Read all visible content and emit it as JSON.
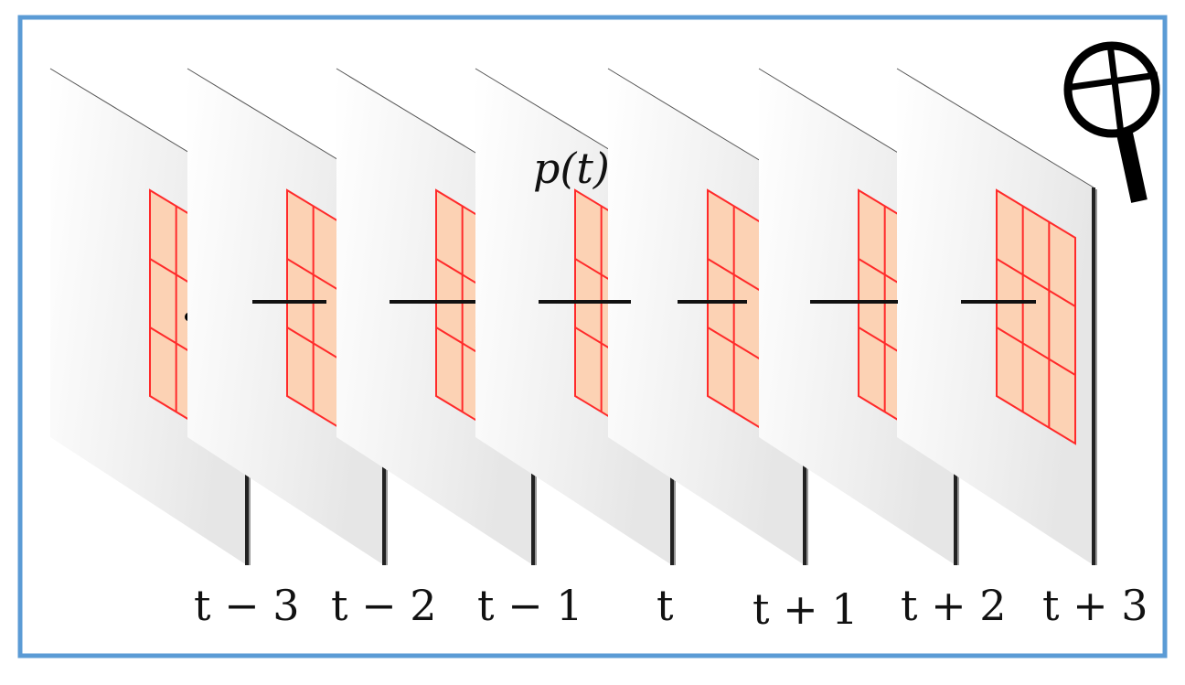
{
  "diagram": {
    "point_label": "p(t)",
    "frames": [
      {
        "label": "t − 3",
        "marker": "small-dot"
      },
      {
        "label": "t − 2",
        "marker": "none"
      },
      {
        "label": "t − 1",
        "marker": "none"
      },
      {
        "label": "t",
        "marker": "large-dot"
      },
      {
        "label": "t + 1",
        "marker": "none"
      },
      {
        "label": "t + 2",
        "marker": "none"
      },
      {
        "label": "t + 3",
        "marker": "none"
      }
    ],
    "colors": {
      "border": "#5b9bd5",
      "patch_fill": "#fcd2b4",
      "patch_stroke": "#ff2a2a",
      "frame_fill": "#ececec",
      "frame_edge": "#222222",
      "connector": "#111111"
    },
    "icon": "magnifier-icon"
  }
}
